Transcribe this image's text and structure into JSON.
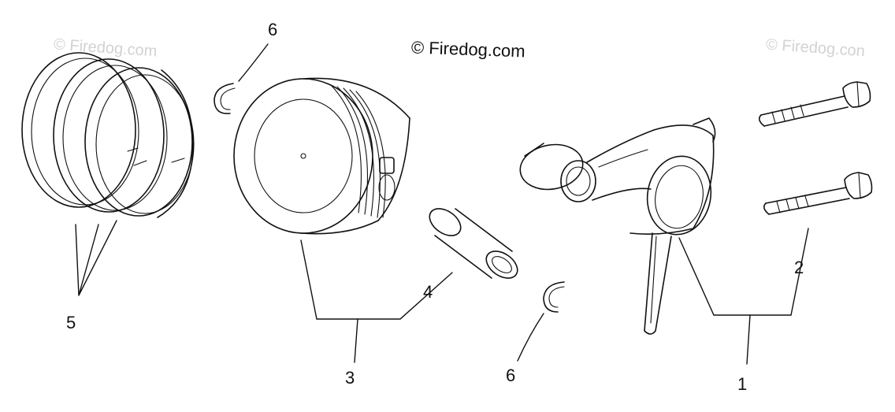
{
  "watermarks": {
    "main": "© Firedog.com",
    "left": "© Firedog.com",
    "right": "© Firedog.con"
  },
  "callouts": {
    "connecting_rod": "1",
    "bolt": "2",
    "piston": "3",
    "piston_pin": "4",
    "piston_rings": "5",
    "circlip_top": "6",
    "circlip_bottom": "6"
  }
}
